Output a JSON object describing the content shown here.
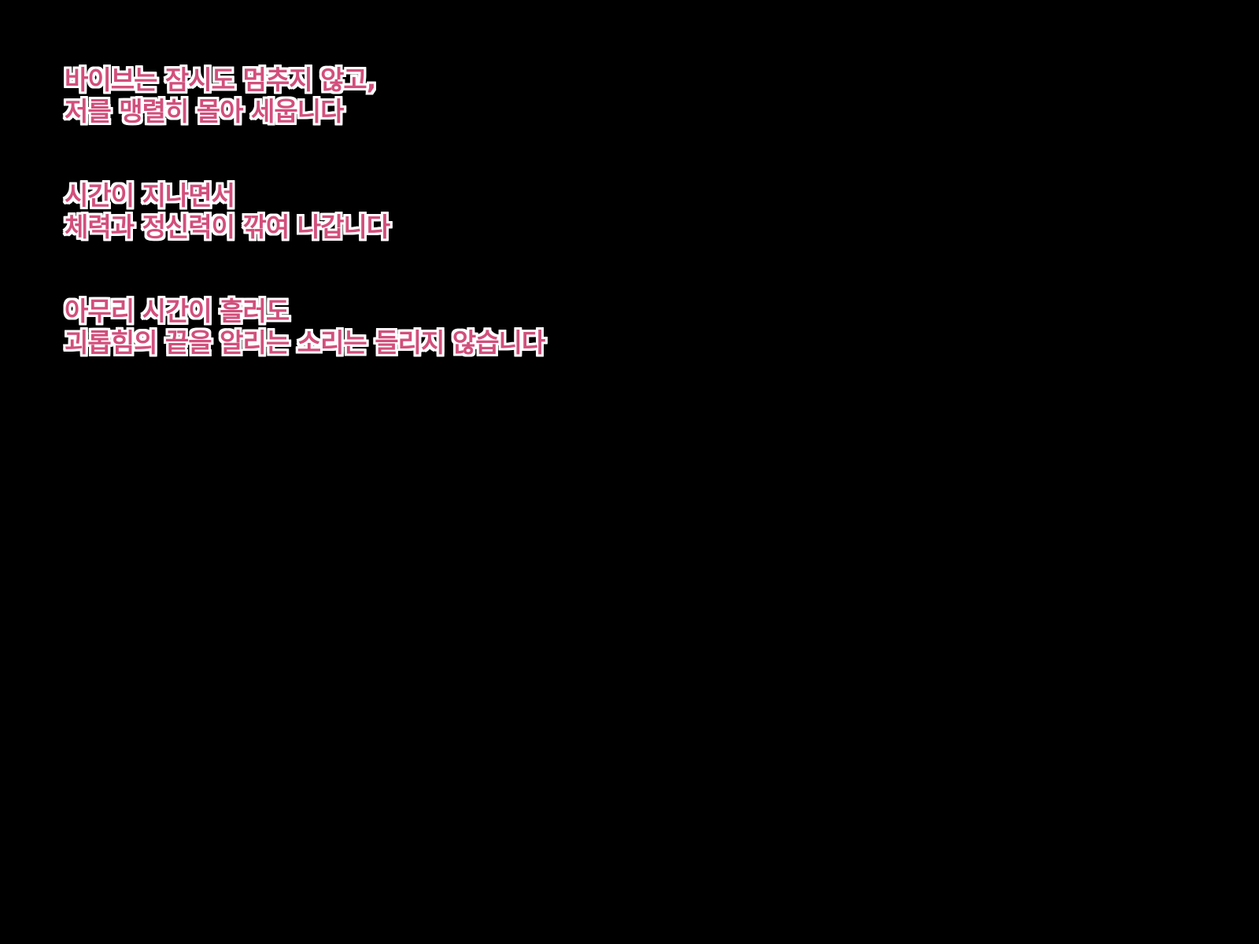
{
  "colors": {
    "background": "#000000",
    "text_fill": "#d24f7c",
    "text_outline": "#ffffff"
  },
  "captions": [
    {
      "lines": [
        "바이브는 잠시도 멈추지 않고,",
        "저를 맹렬히 몰아 세웁니다"
      ]
    },
    {
      "lines": [
        "시간이 지나면서",
        "체력과 정신력이 깎여 나갑니다"
      ]
    },
    {
      "lines": [
        "아무리 시간이 흘러도",
        "괴롭힘의 끝을 알리는 소리는 들리지 않습니다"
      ]
    }
  ]
}
